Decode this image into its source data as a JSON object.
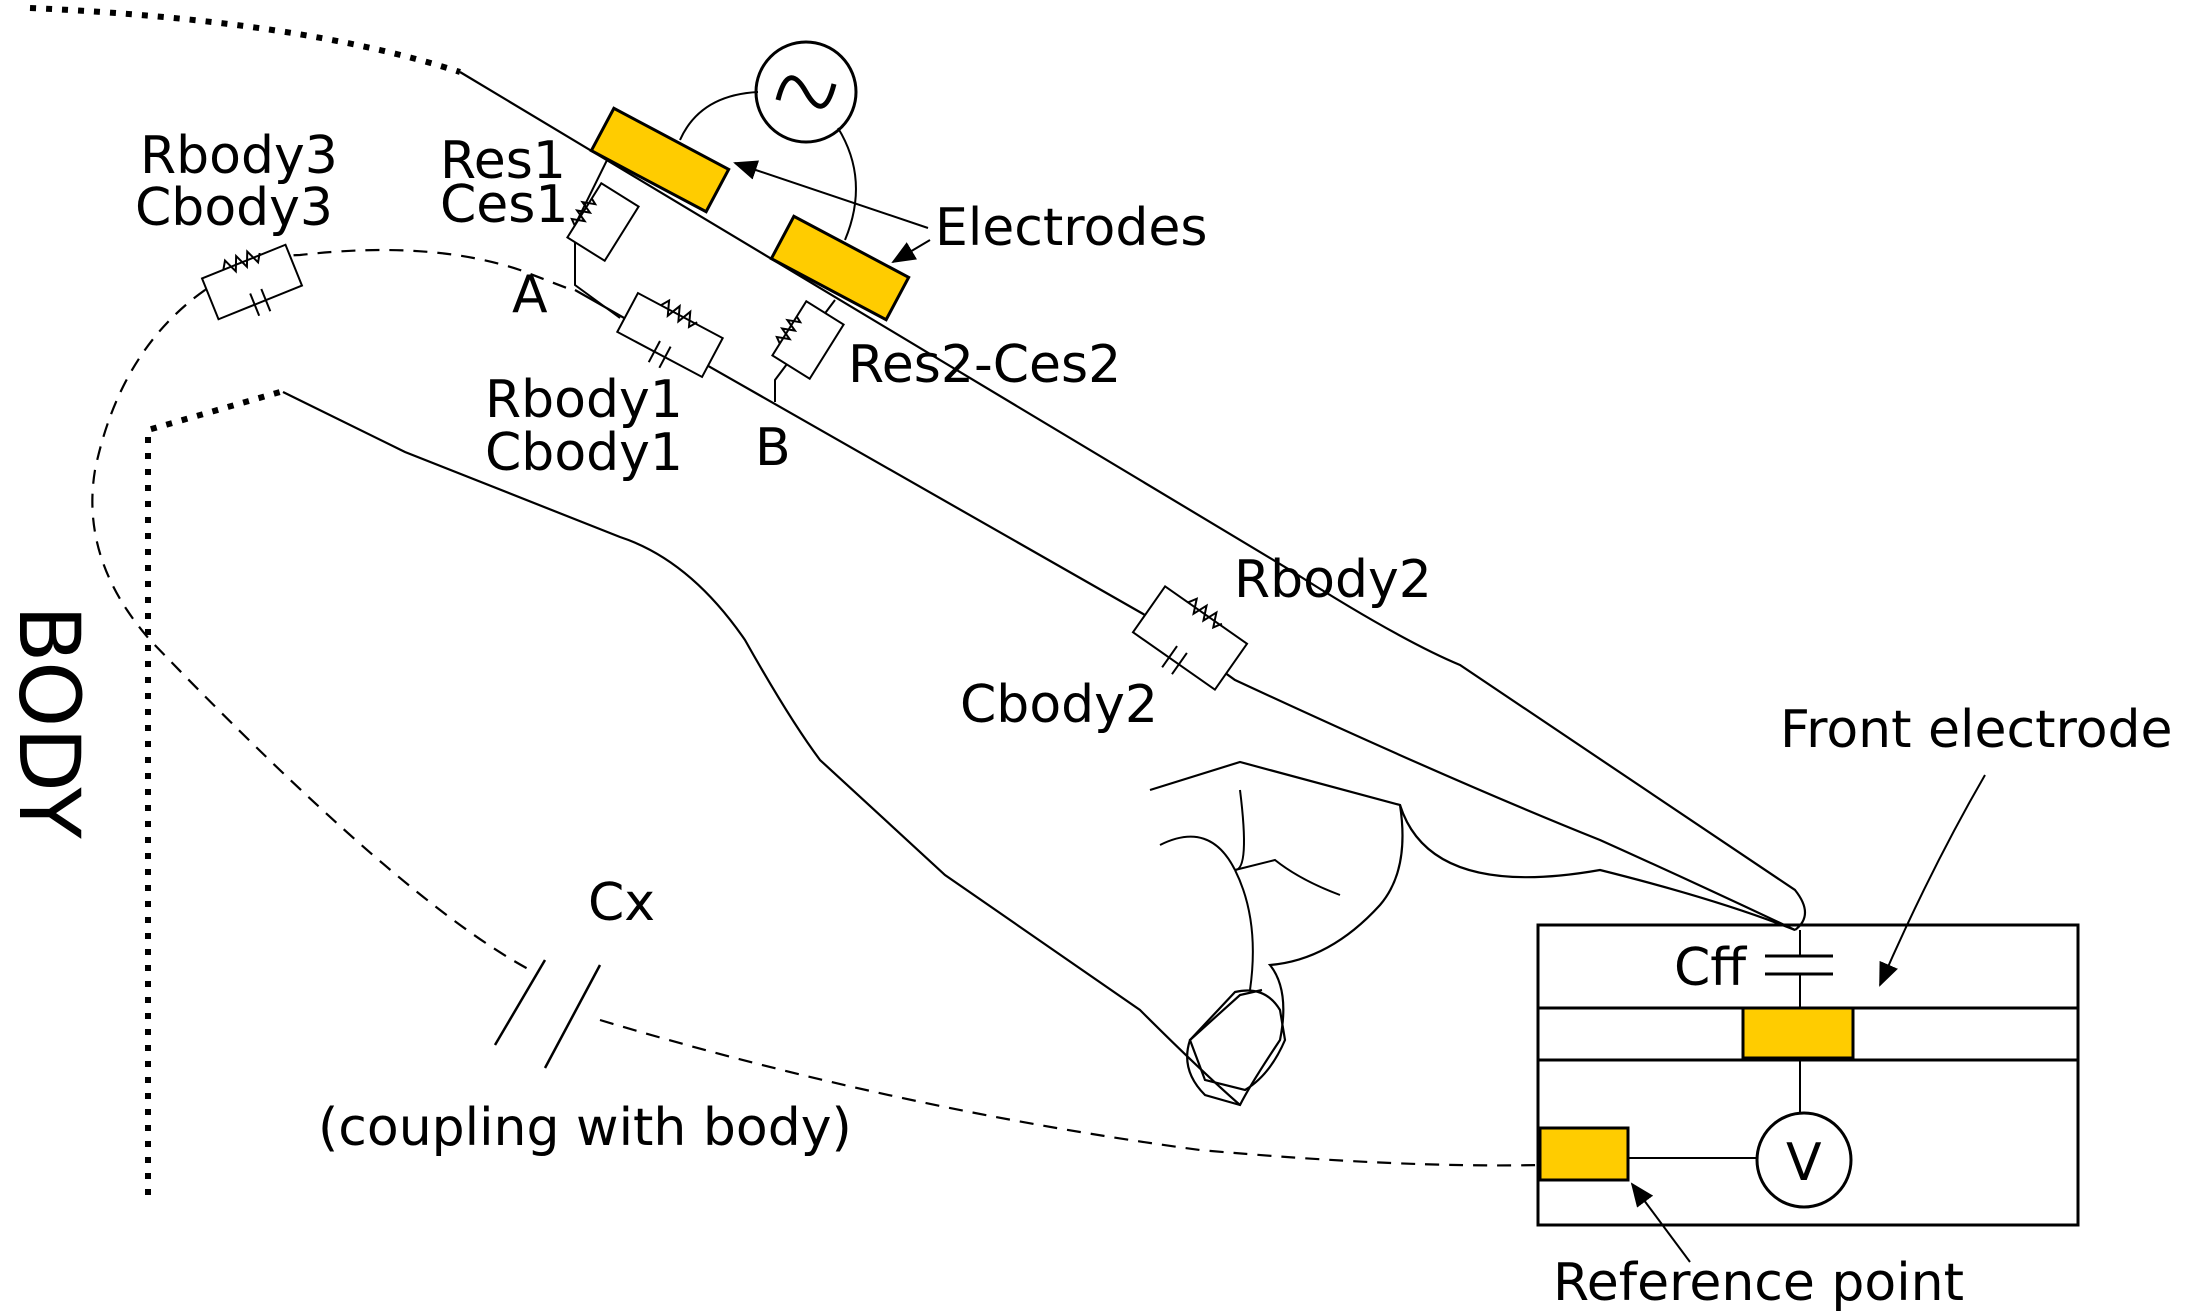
{
  "labels": {
    "body": "BODY",
    "res1": "Res1",
    "ces1": "Ces1",
    "rbody3": "Rbody3",
    "cbody3": "Cbody3",
    "node_a": "A",
    "node_b": "B",
    "rbody1": "Rbody1",
    "cbody1": "Cbody1",
    "res2_ces2": "Res2-Ces2",
    "electrodes": "Electrodes",
    "rbody2": "Rbody2",
    "cbody2": "Cbody2",
    "front_electrode": "Front electrode",
    "cff": "Cff",
    "cx": "Cx",
    "coupling": "(coupling with body)",
    "reference_point": "Reference point",
    "voltmeter": "V",
    "source": "~"
  },
  "colors": {
    "electrode": "#FFCC00",
    "stroke": "#000000",
    "background": "#FFFFFF"
  }
}
